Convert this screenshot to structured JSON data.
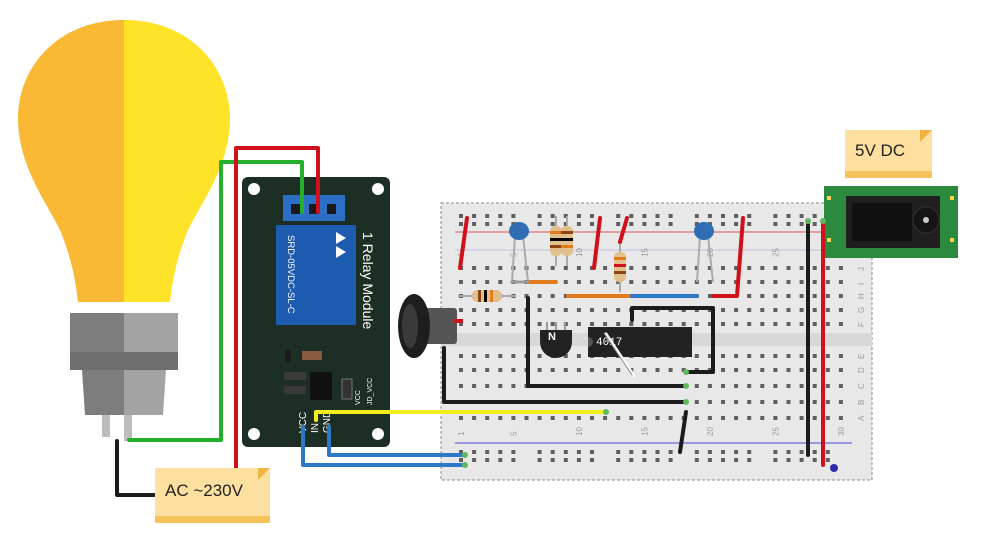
{
  "notes": {
    "power_supply": "5V DC",
    "mains": "AC ~230V"
  },
  "relay_module": {
    "title": "1 Relay Module",
    "relay_part": "SRD-05VDC-SL-C",
    "pin_vcc": "VCC",
    "pin_in": "IN",
    "pin_gnd": "GND",
    "jumper_vcc": "VCC",
    "jumper_jd_vcc": "JD_VCC"
  },
  "ic": {
    "label": "4017"
  },
  "transistor": {
    "label": "N"
  },
  "breadboard": {
    "column_numbers": [
      "1",
      "5",
      "10",
      "15",
      "20",
      "25",
      "30"
    ],
    "row_letters_top": [
      "J",
      "I",
      "H",
      "G",
      "F"
    ],
    "row_letters_bottom": [
      "E",
      "D",
      "C",
      "B",
      "A"
    ]
  },
  "colors": {
    "bulb_left": "#f9b934",
    "bulb_right": "#ffe328",
    "bulb_base": "#8b8b8b",
    "wire_red": "#d0101b",
    "wire_green": "#25b02c",
    "wire_black": "#1b1b1b",
    "wire_blue": "#2b78c4",
    "wire_yellow": "#f2ee1c",
    "wire_orange": "#e07b1e",
    "relay_board": "#1d2e25",
    "relay_blue": "#1d5bb0",
    "jack_board": "#2b8a3e"
  }
}
